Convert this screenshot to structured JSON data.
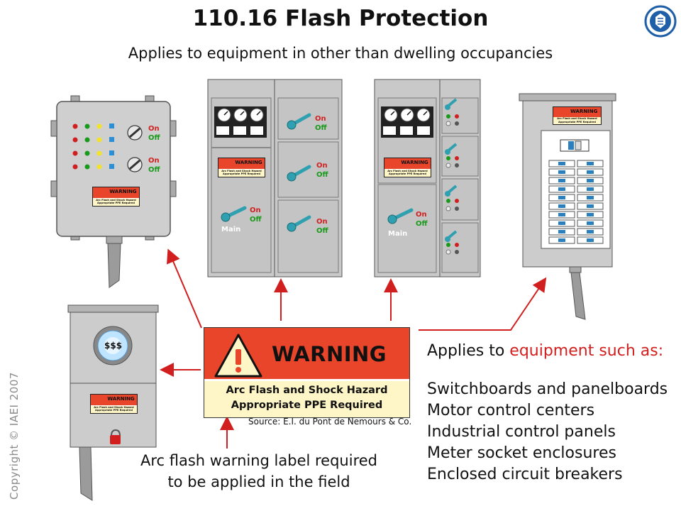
{
  "title": "110.16 Flash Protection",
  "subtitle": "Applies to equipment in other than dwelling occupancies",
  "copyright": "Copyright © IAEI 2007",
  "warning_label": {
    "heading": "WARNING",
    "line1": "Arc Flash and Shock Hazard",
    "line2": "Appropriate PPE Required",
    "small_line1": "Arc Flash and Shock Hazard",
    "small_line2": "Appropriate PPE Required"
  },
  "source": "Source: E.I. du Pont de Nemours & Co.",
  "applies": {
    "prefix": "Applies to ",
    "highlight": "equipment such as:",
    "items": [
      "Switchboards and panelboards",
      "Motor control centers",
      "Industrial control panels",
      "Meter socket enclosures",
      "Enclosed circuit breakers"
    ]
  },
  "field_note": {
    "line1": "Arc flash warning label required",
    "line2": "to be applied in the field"
  },
  "switch_labels": {
    "on": "On",
    "off": "Off",
    "main": "Main"
  },
  "meter_text": "$$$",
  "colors": {
    "warning_red": "#e8452a",
    "warning_yellow": "#fff6c8",
    "arrow_red": "#d11f1f",
    "enclosure_gray": "#c9c9c9",
    "switch_teal": "#2fa0b0"
  },
  "icons": [
    "iaei-logo-icon",
    "warning-triangle-icon",
    "padlock-icon",
    "gauge-icon"
  ]
}
